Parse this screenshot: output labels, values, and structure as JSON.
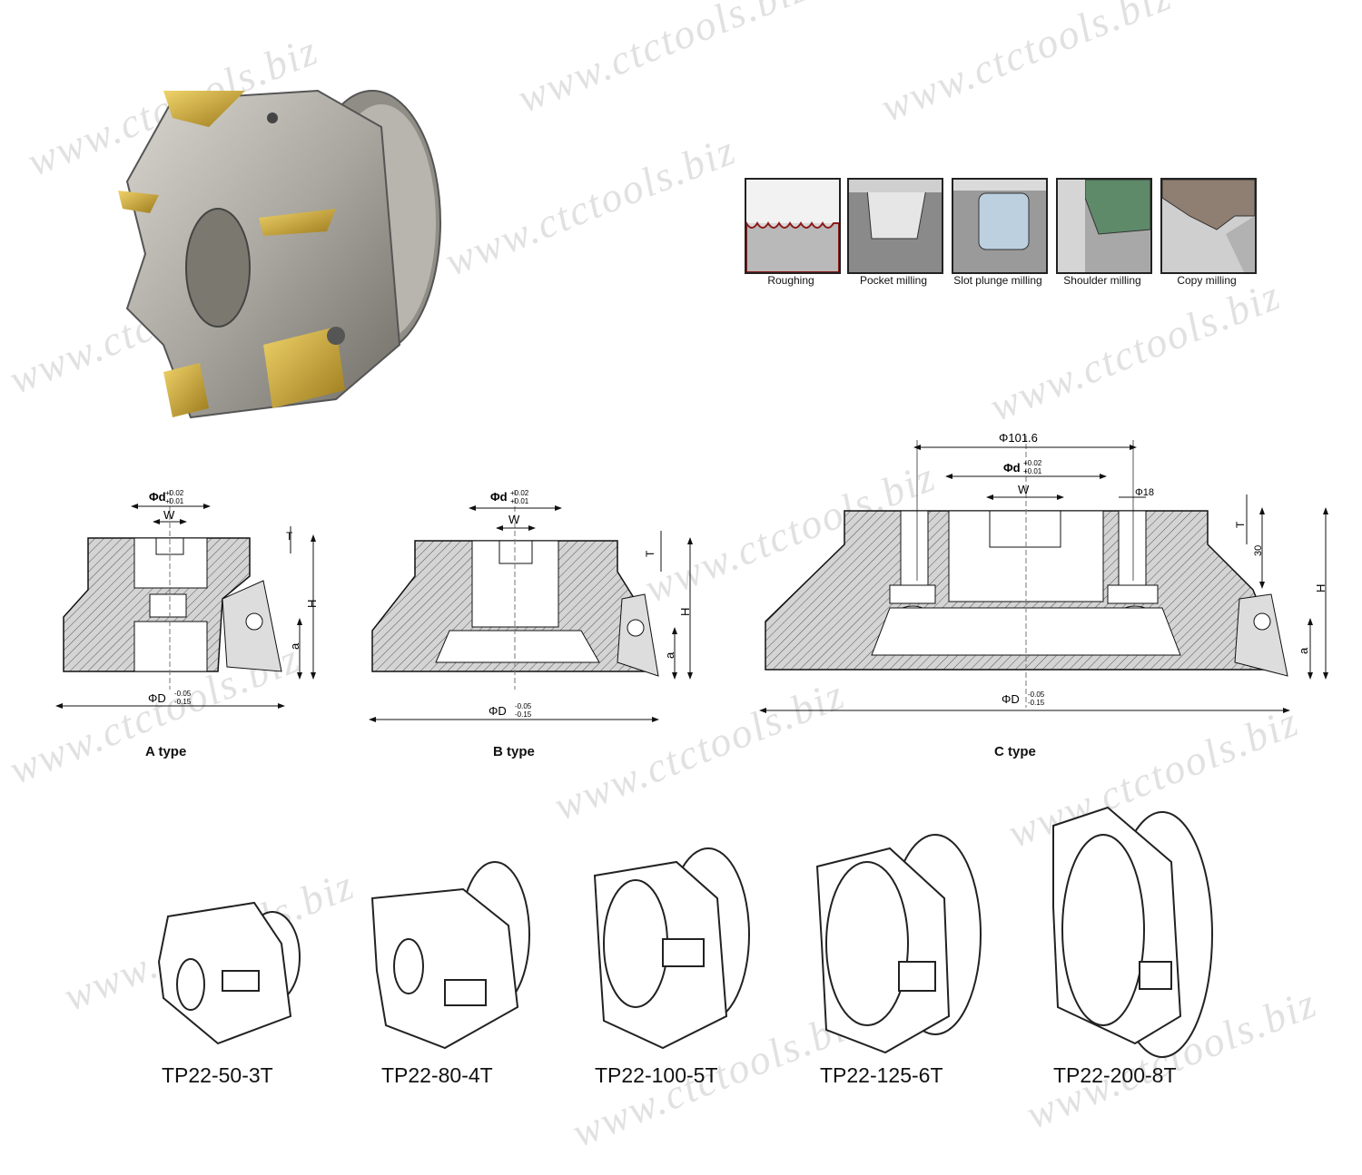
{
  "watermark": "www.ctctools.biz",
  "operations": [
    {
      "label": "Roughing"
    },
    {
      "label": "Pocket milling"
    },
    {
      "label": "Slot plunge milling"
    },
    {
      "label": "Shoulder milling"
    },
    {
      "label": "Copy milling"
    }
  ],
  "drawings": {
    "a_type": {
      "label": "A type",
      "d": "Φd",
      "d_tol_up": "+0.02",
      "d_tol_low": "+0.01",
      "w": "W",
      "t": "T",
      "h": "H",
      "a": "a",
      "D": "ΦD",
      "D_tol_up": "-0.05",
      "D_tol_low": "-0.15"
    },
    "b_type": {
      "label": "B type",
      "d": "Φd",
      "d_tol_up": "+0.02",
      "d_tol_low": "+0.01",
      "w": "W",
      "t": "T",
      "h": "H",
      "a": "a",
      "D": "ΦD",
      "D_tol_up": "-0.05",
      "D_tol_low": "-0.15"
    },
    "c_type": {
      "label": "C type",
      "bolt_circle": "Φ101.6",
      "hole": "Φ18",
      "depth": "30",
      "d": "Φd",
      "d_tol_up": "+0.02",
      "d_tol_low": "+0.01",
      "w": "W",
      "t": "T",
      "h": "H",
      "a": "a",
      "D": "ΦD",
      "D_tol_up": "-0.05",
      "D_tol_low": "-0.15"
    }
  },
  "models": [
    {
      "name": "TP22-50-3T"
    },
    {
      "name": "TP22-80-4T"
    },
    {
      "name": "TP22-100-5T"
    },
    {
      "name": "TP22-125-6T"
    },
    {
      "name": "TP22-200-8T"
    }
  ],
  "colors": {
    "insert_gold": "#c9a227",
    "steel": "#b9b6ae",
    "hatch": "#555555"
  }
}
